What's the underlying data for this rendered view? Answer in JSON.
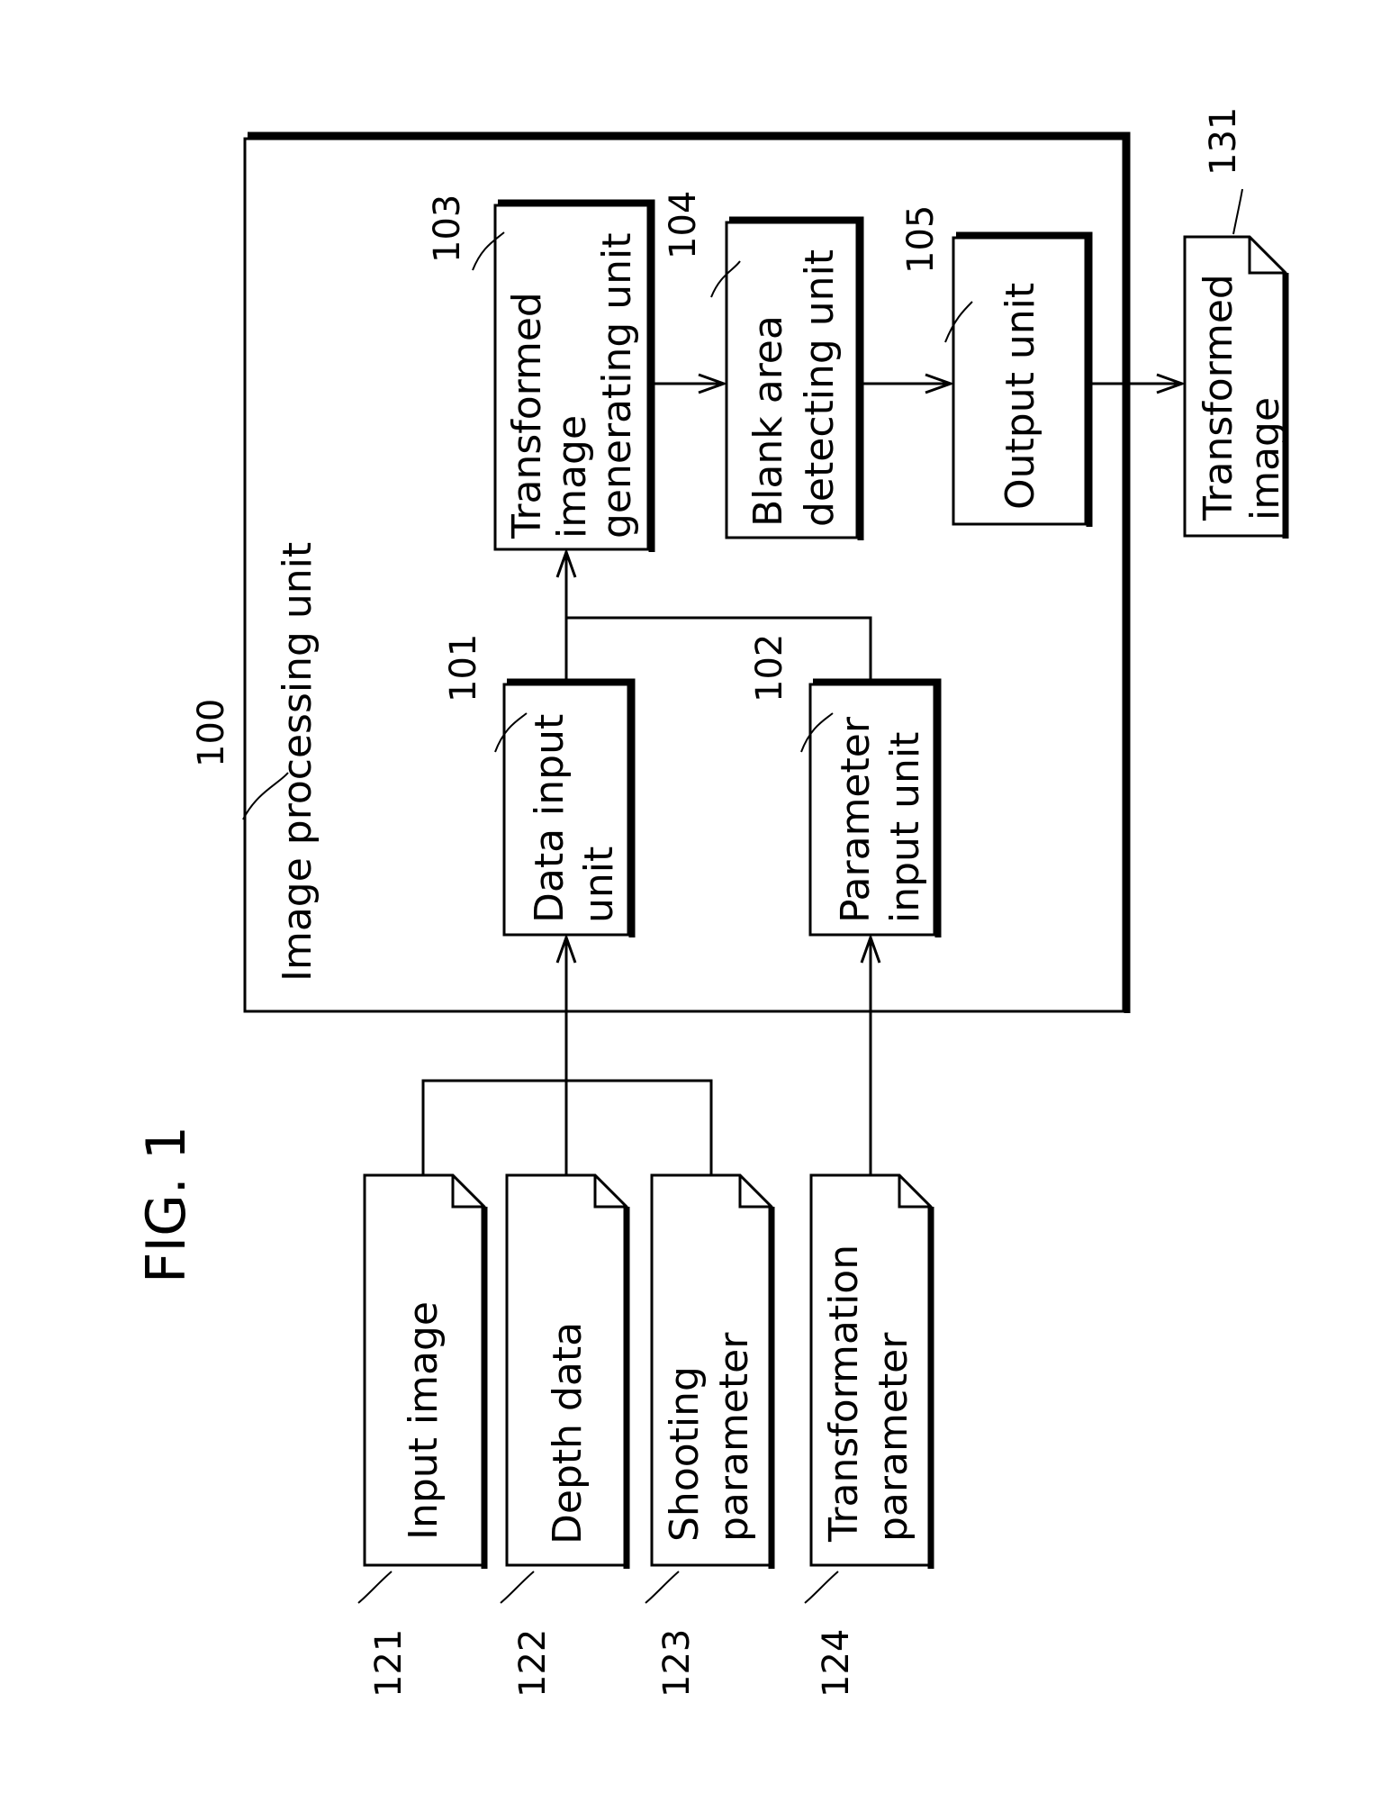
{
  "figure": {
    "title": "FIG. 1"
  },
  "container": {
    "ref": "100",
    "label": "Image processing unit"
  },
  "inputs": [
    {
      "ref": "121",
      "label": "Input image"
    },
    {
      "ref": "122",
      "label": "Depth data"
    },
    {
      "ref": "123",
      "label_line1": "Shooting",
      "label_line2": "parameter"
    },
    {
      "ref": "124",
      "label_line1": "Transformation",
      "label_line2": "parameter"
    }
  ],
  "units": [
    {
      "ref": "101",
      "label_line1": "Data input",
      "label_line2": "unit"
    },
    {
      "ref": "102",
      "label_line1": "Parameter",
      "label_line2": "input unit"
    },
    {
      "ref": "103",
      "label_line1": "Transformed",
      "label_line2": "image",
      "label_line3": "generating unit"
    },
    {
      "ref": "104",
      "label_line1": "Blank area",
      "label_line2": "detecting unit"
    },
    {
      "ref": "105",
      "label": "Output unit"
    }
  ],
  "output": {
    "ref": "131",
    "label_line1": "Transformed",
    "label_line2": "image"
  }
}
